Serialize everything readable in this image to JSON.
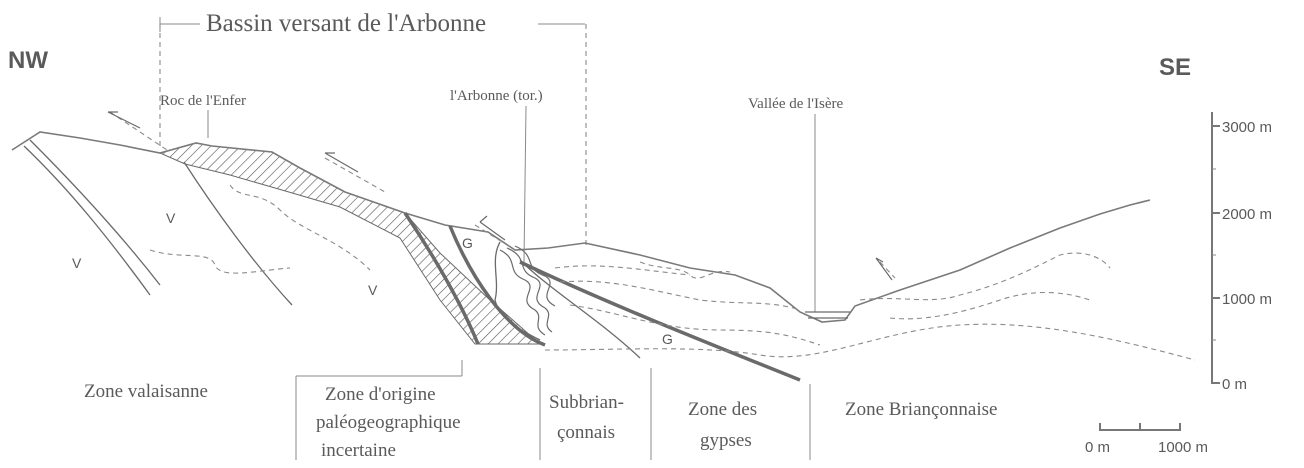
{
  "basin": {
    "label": "Bassin versant de l'Arbonne"
  },
  "orientation": {
    "left": "NW",
    "right": "SE"
  },
  "places": {
    "roc": "Roc de l'Enfer",
    "arbonne": "l'Arbonne (tor.)",
    "isere": "Vallée de l'Isère"
  },
  "unit_letters": {
    "v1": "V",
    "v2": "V",
    "v3": "V",
    "g1": "G",
    "g2": "G"
  },
  "altitude_scale": {
    "t3000": "3000 m",
    "t2000": "2000 m",
    "t1000": "1000 m",
    "t0": "0 m"
  },
  "distance_scale": {
    "start": "0 m",
    "end": "1000 m"
  },
  "zones": {
    "valaisanne": [
      "Zone valaisanne"
    ],
    "origine": [
      "Zone d'origine",
      "paléogeographique",
      "incertaine"
    ],
    "subbrianconnais": [
      "Subbrian-",
      "çonnais"
    ],
    "gypses": [
      "Zone des",
      "gypses"
    ],
    "brianconnaise": [
      "Zone Briançonnaise"
    ]
  }
}
